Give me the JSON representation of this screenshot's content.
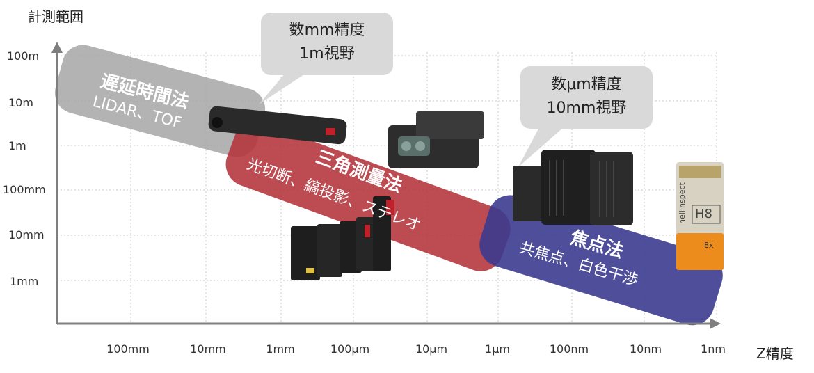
{
  "axes": {
    "y_title": "計測範囲",
    "x_title": "Z精度",
    "y_ticks": [
      "100m",
      "10m",
      "1m",
      "100mm",
      "10mm",
      "1mm"
    ],
    "x_ticks": [
      "100mm",
      "10mm",
      "1mm",
      "100µm",
      "10µm",
      "1µm",
      "100nm",
      "10nm",
      "1nm"
    ]
  },
  "bands": {
    "lidar": {
      "title": "遅延時間法",
      "subtitle": "LIDAR、TOF",
      "color": "#a6a6a6"
    },
    "triangulation": {
      "title": "三角測量法",
      "subtitle": "光切断、縞投影、ステレオ",
      "color": "#b3323a"
    },
    "focus": {
      "title": "焦点法",
      "subtitle": "共焦点、白色干渉",
      "color": "#3b3b8f"
    }
  },
  "bubbles": {
    "mm": {
      "line1": "数mm精度",
      "line2": "1m視野"
    },
    "um": {
      "line1": "数μm精度",
      "line2": "10mm視野"
    }
  },
  "products": {
    "h8": {
      "brand": "heliInspect",
      "model": "H8",
      "badge": "8x"
    }
  },
  "colors": {
    "grid": "#c8c8c8",
    "axis": "#7f7f7f",
    "bubble": "#d9d9d9"
  }
}
